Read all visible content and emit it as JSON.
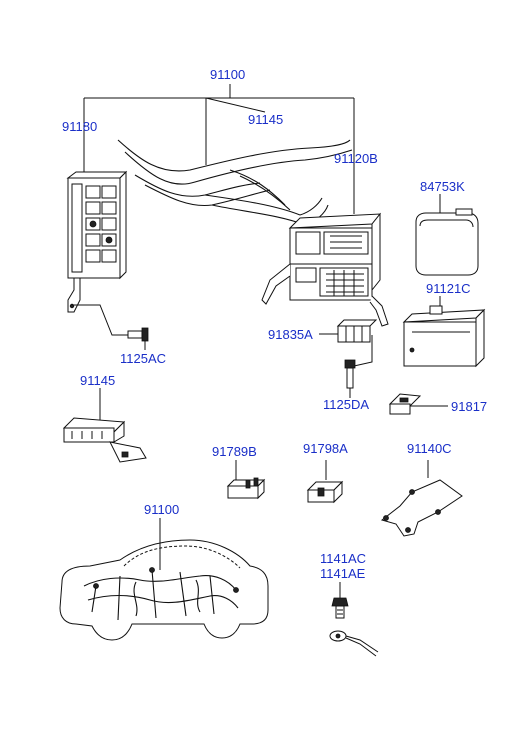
{
  "labels": {
    "harness_top": "91100",
    "wiring_top": "91145",
    "junction_left": "91180",
    "junction_box": "91120B",
    "cover": "84753K",
    "cover_bottom": "91121C",
    "bolt_left": "1125AC",
    "relay": "91835A",
    "bolt_mid": "1125DA",
    "connector_right": "91817",
    "wiring_small": "91145",
    "fuse_a": "91789B",
    "fuse_b": "91798A",
    "bracket": "91140C",
    "car_harness": "91100",
    "ground_a": "1141AC",
    "ground_b": "1141AE"
  },
  "colors": {
    "label": "#1a2fc8",
    "line": "#111111"
  }
}
